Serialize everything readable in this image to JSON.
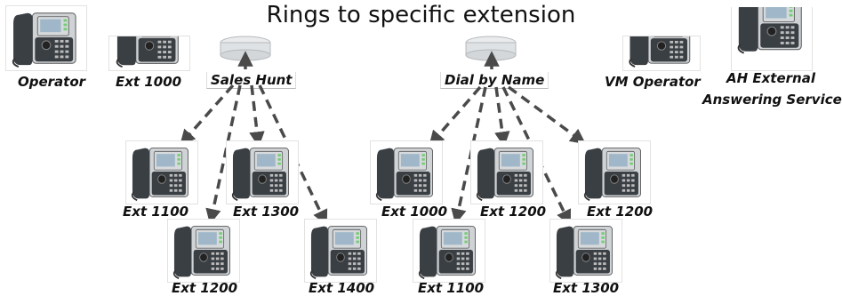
{
  "title": "Rings to specific extension",
  "top_row": {
    "operator": "Operator",
    "ext_1000": "Ext  1000",
    "sales_hunt": "Sales Hunt",
    "dial_by_name": "Dial by Name",
    "vm_operator": "VM Operator",
    "ah_external_line1": "AH External",
    "ah_external_line2": "Answering Service"
  },
  "sales_hunt_targets": [
    "Ext 1100",
    "Ext 1300",
    "Ext 1200",
    "Ext 1400"
  ],
  "dial_by_name_targets": [
    "Ext 1000",
    "Ext 1200",
    "Ext 1200",
    "Ext 1100",
    "Ext 1300"
  ],
  "colors": {
    "arrow": "#4a4a4a",
    "phone_body": "#3a3f44",
    "screen": "#9fb7c9"
  }
}
